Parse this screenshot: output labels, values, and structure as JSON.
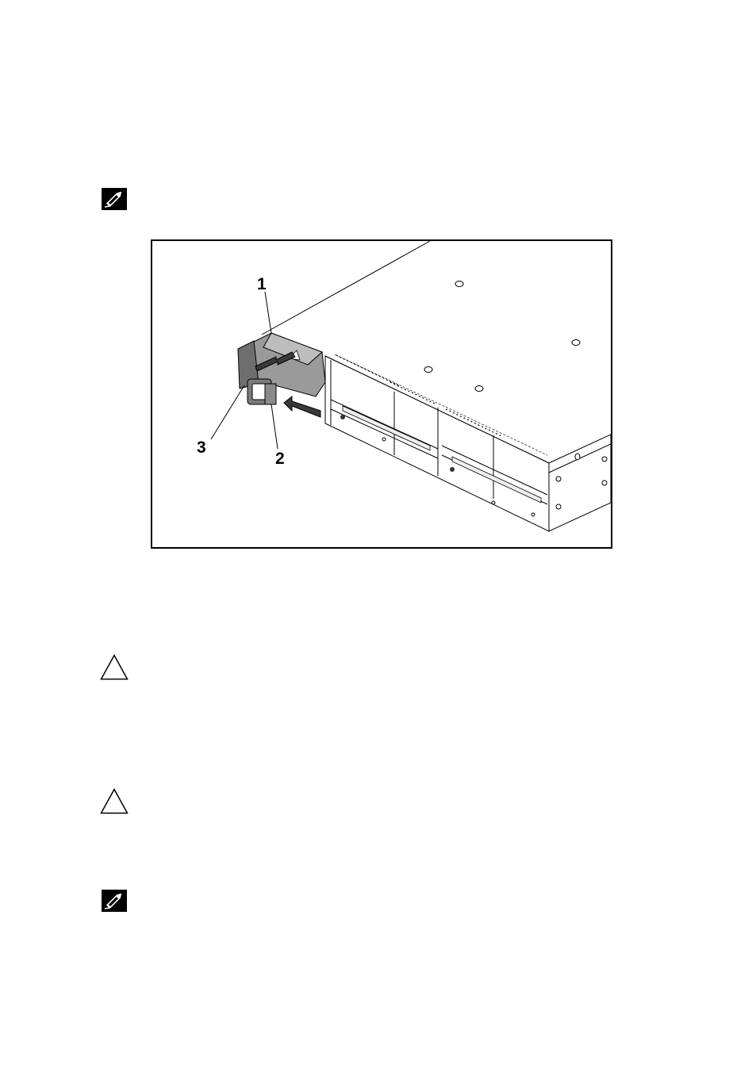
{
  "icons": {
    "note_top": "note-pencil-icon",
    "caution_1": "caution-triangle-icon",
    "caution_2": "caution-triangle-icon",
    "note_bottom": "note-pencil-icon"
  },
  "figure": {
    "subject": "power-supply-unit-removal-illustration",
    "callouts": [
      "1",
      "2",
      "3"
    ]
  }
}
